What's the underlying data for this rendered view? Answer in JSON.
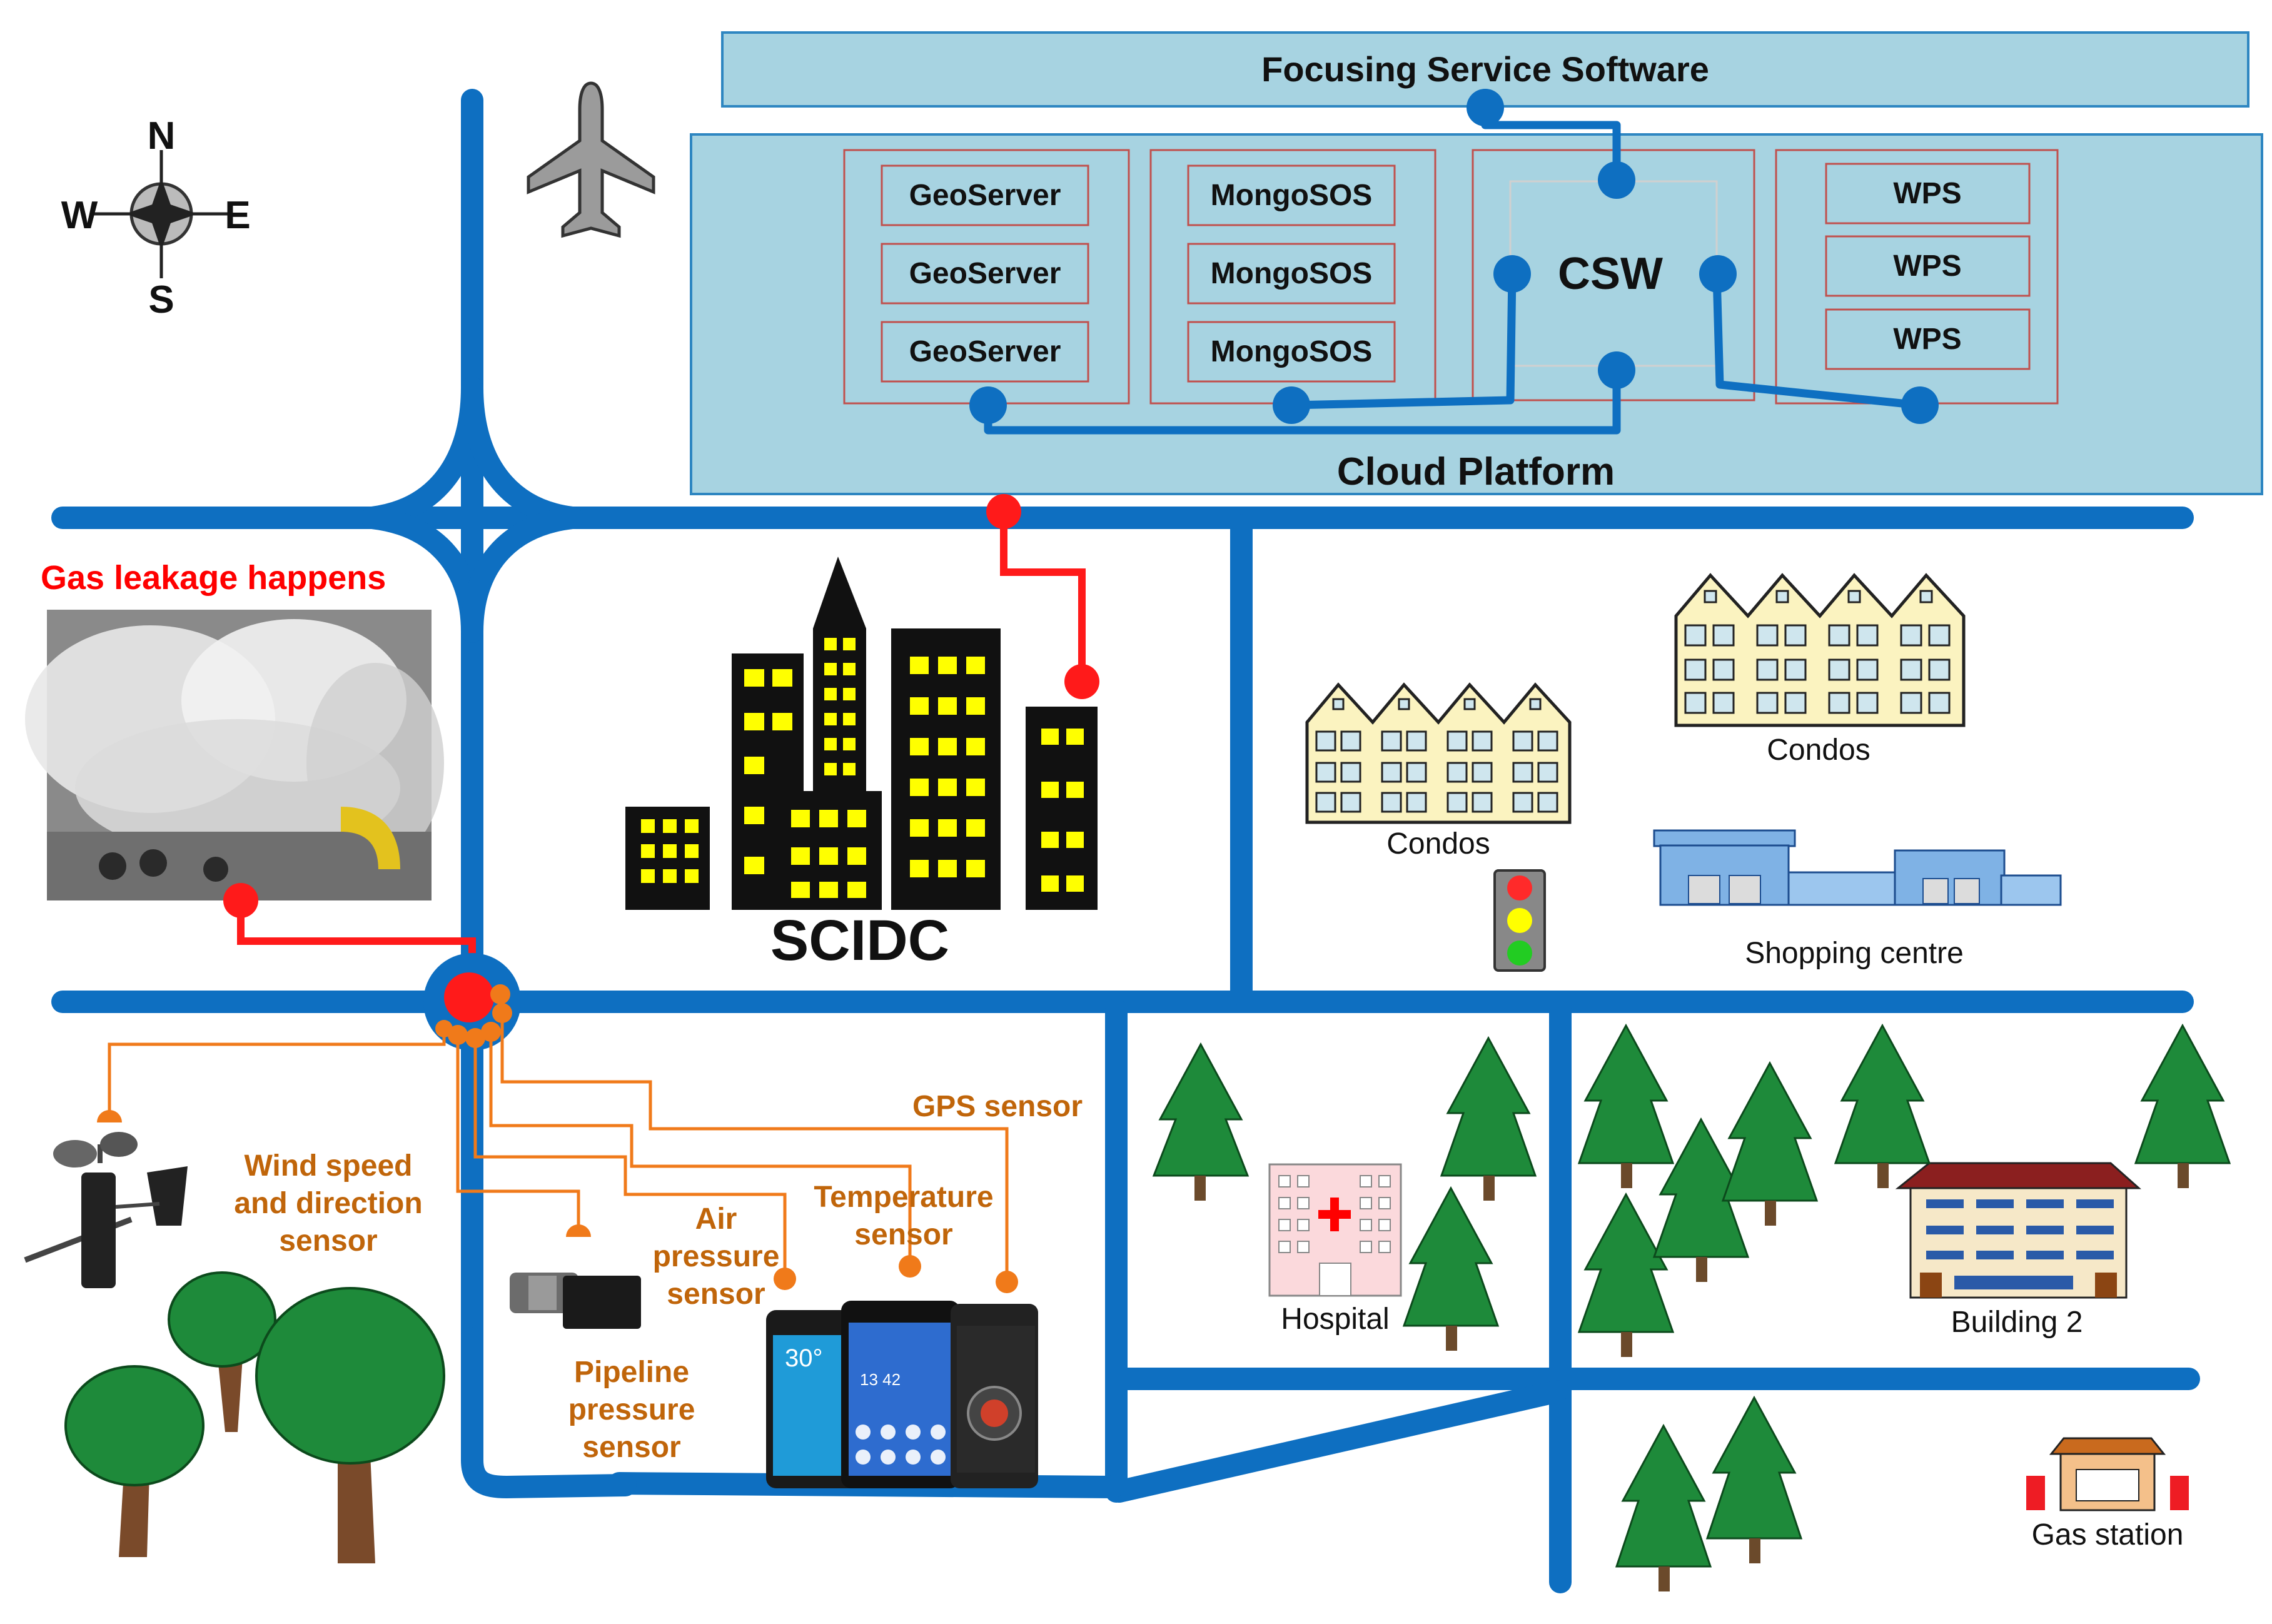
{
  "compass": {
    "n": "N",
    "s": "S",
    "e": "E",
    "w": "W"
  },
  "cloud": {
    "focusing_title": "Focusing Service Software",
    "platform_title": "Cloud Platform",
    "geoserver": [
      "GeoServer",
      "GeoServer",
      "GeoServer"
    ],
    "mongosos": [
      "MongoSOS",
      "MongoSOS",
      "MongoSOS"
    ],
    "csw": "CSW",
    "wps": [
      "WPS",
      "WPS",
      "WPS"
    ]
  },
  "city": {
    "gas_leak": "Gas leakage happens",
    "scidc": "SCIDC",
    "condos_left": "Condos",
    "condos_right": "Condos",
    "shopping": "Shopping centre",
    "hospital": "Hospital",
    "building2": "Building 2",
    "gas_station": "Gas station"
  },
  "sensors": {
    "wind": [
      "Wind speed",
      "and direction",
      "sensor"
    ],
    "air": [
      "Air",
      "pressure",
      "sensor"
    ],
    "temperature": [
      "Temperature",
      "sensor"
    ],
    "gps": "GPS sensor",
    "pipeline": [
      "Pipeline",
      "pressure",
      "sensor"
    ]
  },
  "phone": {
    "temp": "30°",
    "time": "13 42"
  },
  "colors": {
    "road": "#0e6fc1",
    "cloud_fill": "#a7d3e1",
    "box_border": "#c0504d",
    "red_link": "#ff1a1a",
    "sensor_orange": "#f07a1a",
    "sensor_text": "#c0650a",
    "gas_text": "#ff0000",
    "tree": "#1e8a3a",
    "building_window": "#ffff00"
  }
}
